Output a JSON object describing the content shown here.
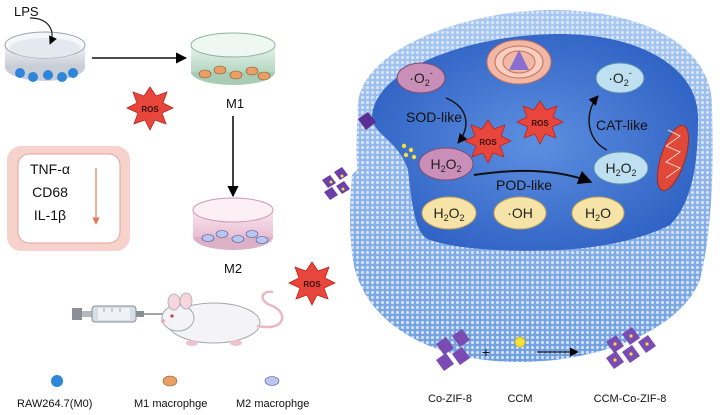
{
  "labels": {
    "lps": "LPS",
    "m1": "M1",
    "m2": "M2",
    "ros": "ROS",
    "tnf": "TNF-α",
    "cd68": "CD68",
    "il1b": "IL-1β",
    "o2_left": "·O",
    "o2_right": "·O",
    "o2_sub": "2",
    "o2_sup": "-",
    "sod": "SOD-like",
    "cat": "CAT-like",
    "pod": "POD-like",
    "h2o2_h": "H",
    "h2o2_o": "O",
    "h2o2_sub": "2",
    "oh": "·OH",
    "h2o_h": "H",
    "h2o_sub": "2",
    "h2o_o": "O",
    "plus": "+",
    "co_zif": "Co-ZIF-8",
    "ccm": "CCM",
    "ccm_co_zif": "CCM-Co-ZIF-8"
  },
  "legend": {
    "m0": "RAW264.7(M0)",
    "m1": "M1 macrophge",
    "m2": "M2 macrophge"
  },
  "colors": {
    "ros_red": "#e8453c",
    "cell_blue": "#7aaae6",
    "bubble_purple": "#c98fb8",
    "bubble_blue": "#bfe0f0",
    "bubble_yellow": "#f6e3a8",
    "marker_box": "#f7d1cc",
    "zif_purple": "#7a4bb3",
    "ccm_yellow": "#f2e13a"
  }
}
